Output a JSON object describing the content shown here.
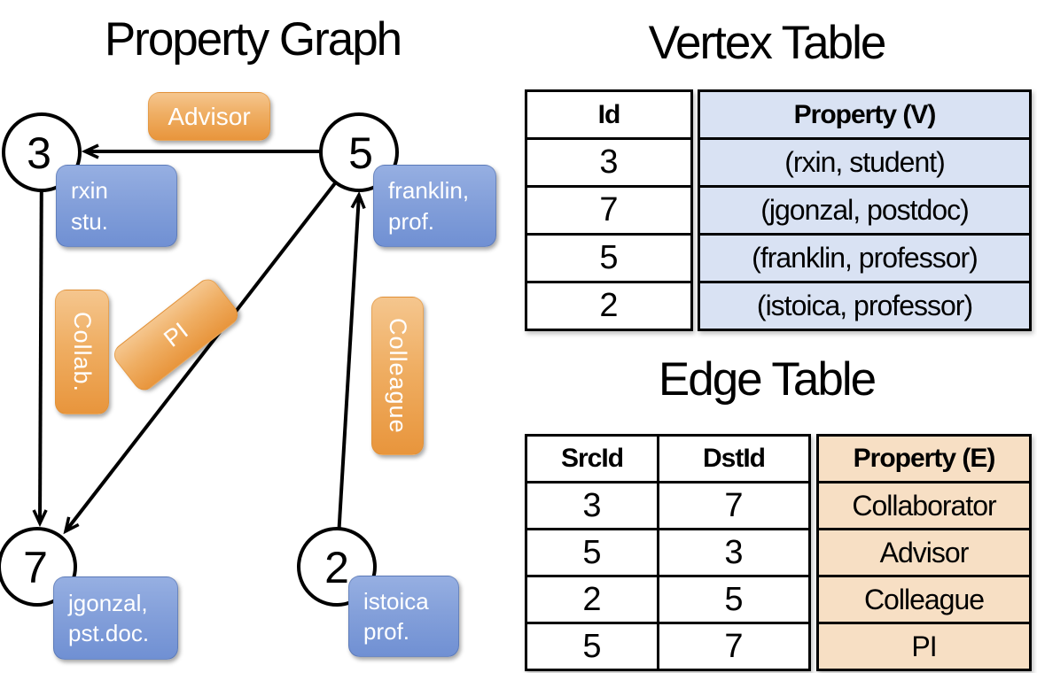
{
  "titles": {
    "graph": "Property Graph"
  },
  "graph": {
    "nodes": [
      {
        "id": "3",
        "prop_line1": "rxin",
        "prop_line2": "stu."
      },
      {
        "id": "5",
        "prop_line1": "franklin,",
        "prop_line2": "prof."
      },
      {
        "id": "7",
        "prop_line1": "jgonzal,",
        "prop_line2": "pst.doc."
      },
      {
        "id": "2",
        "prop_line1": "istoica",
        "prop_line2": "prof."
      }
    ],
    "edge_labels": {
      "advisor": "Advisor",
      "collab": "Collab.",
      "pi": "PI",
      "colleague": "Colleague"
    }
  },
  "vertex_table": {
    "title": "Vertex Table",
    "headers": {
      "id": "Id",
      "property": "Property (V)"
    },
    "rows": [
      {
        "id": "3",
        "property": "(rxin, student)"
      },
      {
        "id": "7",
        "property": "(jgonzal, postdoc)"
      },
      {
        "id": "5",
        "property": "(franklin, professor)"
      },
      {
        "id": "2",
        "property": "(istoica, professor)"
      }
    ]
  },
  "edge_table": {
    "title": "Edge Table",
    "headers": {
      "src": "SrcId",
      "dst": "DstId",
      "property": "Property (E)"
    },
    "rows": [
      {
        "src": "3",
        "dst": "7",
        "property": "Collaborator"
      },
      {
        "src": "5",
        "dst": "3",
        "property": "Advisor"
      },
      {
        "src": "2",
        "dst": "5",
        "property": "Colleague"
      },
      {
        "src": "5",
        "dst": "7",
        "property": "PI"
      }
    ]
  },
  "colors": {
    "background": "#ffffff",
    "line_and_border": "#000000",
    "edge_label_orange_top": "#f5c68e",
    "edge_label_orange_bottom": "#e8953c",
    "vertex_label_blue_top": "#96afe2",
    "vertex_label_blue_bottom": "#7090d3",
    "vertex_table_fill": "#d9e2f3",
    "edge_table_fill": "#f7dfc4",
    "label_text": "#ffffff"
  }
}
